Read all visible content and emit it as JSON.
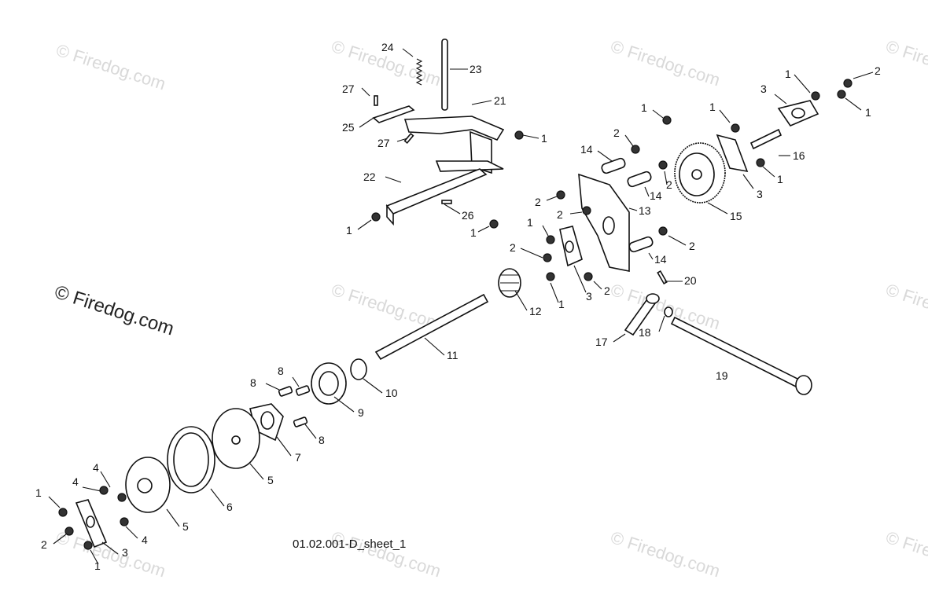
{
  "diagram": {
    "sheet_label": "01.02.001-D_sheet_1",
    "watermark": "© Firedog.com",
    "callouts": [
      "1",
      "2",
      "3",
      "4",
      "5",
      "6",
      "7",
      "8",
      "9",
      "10",
      "11",
      "12",
      "13",
      "14",
      "15",
      "16",
      "17",
      "18",
      "19",
      "20",
      "21",
      "22",
      "23",
      "24",
      "25",
      "26",
      "27"
    ]
  }
}
